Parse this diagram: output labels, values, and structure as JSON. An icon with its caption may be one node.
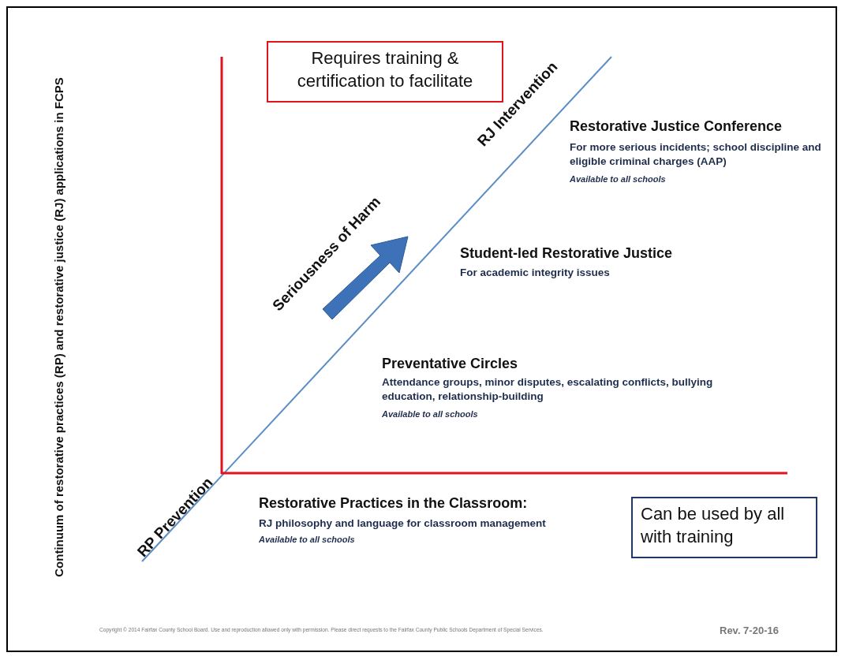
{
  "diagram": {
    "nodes": [
      {
        "text": [
          "Requires training & certification to facilitate"
        ]
      },
      {
        "text": [
          "Can be used by all with training"
        ]
      }
    ],
    "labels": [
      "Continuum of restorative practices (RP) and restorative justice (RJ) applications in FCPS",
      "RJ Intervention",
      "Restorative Justice Conference",
      "For more serious incidents; school discipline and eligible criminal charges (AAP)",
      "Available to all schools",
      "Seriousness of Harm",
      "Student-led Restorative Justice",
      "For academic integrity issues",
      "Preventative Circles",
      "Attendance groups, minor disputes, escalating conflicts, bullying education, relationship-building",
      "Available to all schools",
      "RP Prevention",
      "Restorative Practices in the Classroom:",
      "RJ philosophy and language for classroom management",
      "Available to all schools",
      "Copyright © 2014 Fairfax County School Board. Use and reproduction allowed only with permission. Please direct requests to the Fairfax County Public Schools Department of Special Services.",
      "Rev. 7-20-16"
    ]
  }
}
